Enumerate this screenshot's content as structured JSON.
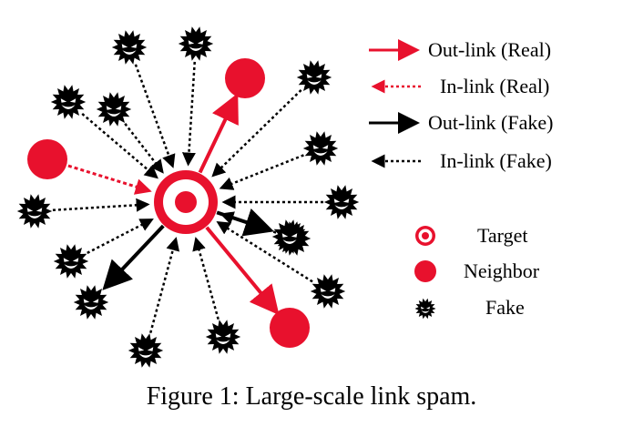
{
  "legend": {
    "out_link_real": "Out-link (Real)",
    "in_link_real": "In-link (Real)",
    "out_link_fake": "Out-link (Fake)",
    "in_link_fake": "In-link (Fake)",
    "target": "Target",
    "neighbor": "Neighbor",
    "fake": "Fake"
  },
  "caption": "Figure 1: Large-scale link spam.",
  "colors": {
    "real": "#e8112d",
    "fake": "#000000",
    "background": "#ffffff"
  },
  "icons": {
    "target": "target-icon",
    "neighbor": "neighbor-icon",
    "fake": "fake-devil-icon"
  }
}
